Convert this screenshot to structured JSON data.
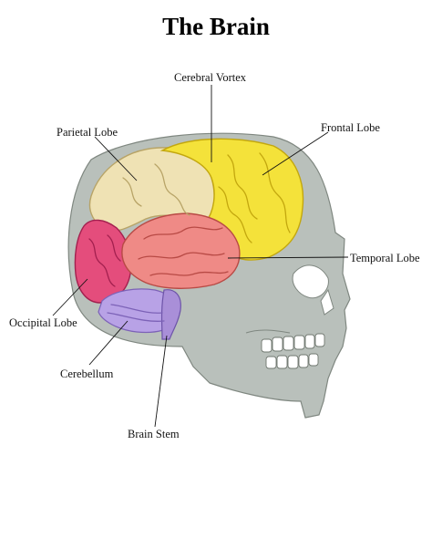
{
  "title": "The Brain",
  "labels": {
    "cerebral_vortex": "Cerebral Vortex",
    "parietal_lobe": "Parietal Lobe",
    "frontal_lobe": "Frontal Lobe",
    "temporal_lobe": "Temporal Lobe",
    "occipital_lobe": "Occipital Lobe",
    "cerebellum": "Cerebellum",
    "brain_stem": "Brain Stem"
  },
  "colors": {
    "skull": "#b9c0bb",
    "frontal": "#f4e23a",
    "parietal": "#efe2b4",
    "temporal": "#ef8a86",
    "occipital": "#e44d7c",
    "cerebellum": "#b8a2e6",
    "brainstem": "#a98fd8"
  }
}
